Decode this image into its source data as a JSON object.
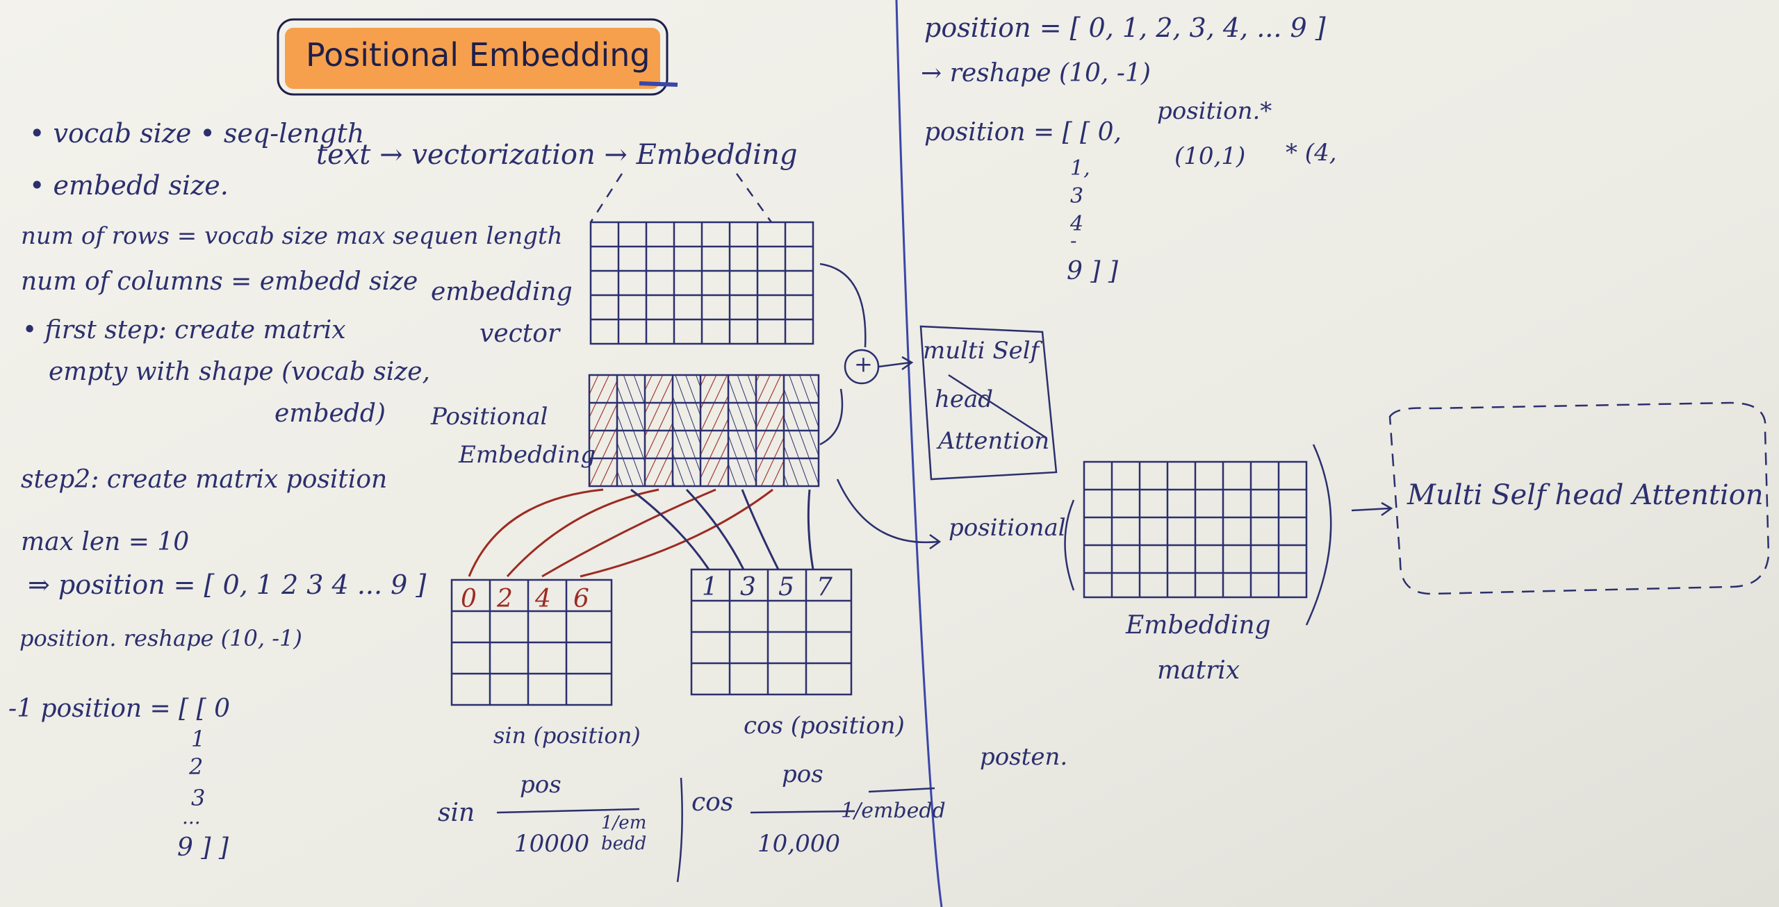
{
  "title": "Positional Embedding",
  "left_notes": {
    "bullet1": "• vocab size • seq-length",
    "bullet2": "• embedd size.",
    "rows": "num of rows = vocab size max sequen length",
    "cols": "num of columns = embedd size",
    "first_step_1": "• first step: create matrix",
    "first_step_2": "empty with shape (vocab size,",
    "first_step_3": "embedd)",
    "step2": "step2: create matrix position",
    "maxlen": "max len = 10",
    "position": "⇒ position = [ 0, 1 2 3 4 ... 9 ]",
    "reshape": "position. reshape (10, -1)",
    "position_col_head": "-1 position = [ [ 0",
    "col_1": "1",
    "col_2": "2",
    "col_3": "3",
    "col_dots": "...",
    "col_end": "9 ] ]"
  },
  "center": {
    "flow": "text → vectorization → Embedding",
    "embedding_vector_1": "embedding",
    "embedding_vector_2": "vector",
    "positional_embedding_1": "Positional",
    "positional_embedding_2": "Embedding",
    "even_digits": [
      "0",
      "2",
      "4",
      "6"
    ],
    "odd_digits": [
      "1",
      "3",
      "5",
      "7"
    ],
    "sin_label": "sin (position)",
    "cos_label": "cos (position)",
    "sin_formula_prefix": "sin",
    "sin_num": "pos",
    "sin_den": "10000",
    "sin_exp": "1/em bedd",
    "cos_formula_prefix": "cos",
    "cos_num": "pos",
    "cos_den": "10,000",
    "cos_exp": "1/embedd",
    "plus": "+",
    "msha_box_1": "multi Self",
    "msha_box_2": "head",
    "msha_box_3": "Attention",
    "positional": "positional",
    "embedding_matrix_1": "Embedding",
    "embedding_matrix_2": "matrix",
    "msha_dashed": "Multi Self head Attention",
    "posten": "posten."
  },
  "right_notes": {
    "position": "position = [ 0, 1, 2, 3, 4, ... 9 ]",
    "reshape": "→ reshape (10, -1)",
    "position_nested": "position = [ [ 0,",
    "n1": "1,",
    "n3": "3",
    "n4": "4",
    "ndash": "-",
    "nend": "9 ] ]",
    "position_star": "position.*",
    "shape": "(10,1)",
    "times": "* (4,"
  },
  "colors": {
    "paper": "#f1f0ea",
    "ink_blue": "#2b2f6e",
    "ink_red": "#9c2b22",
    "highlight": "#f6a04d",
    "divider": "#3a47a8"
  }
}
